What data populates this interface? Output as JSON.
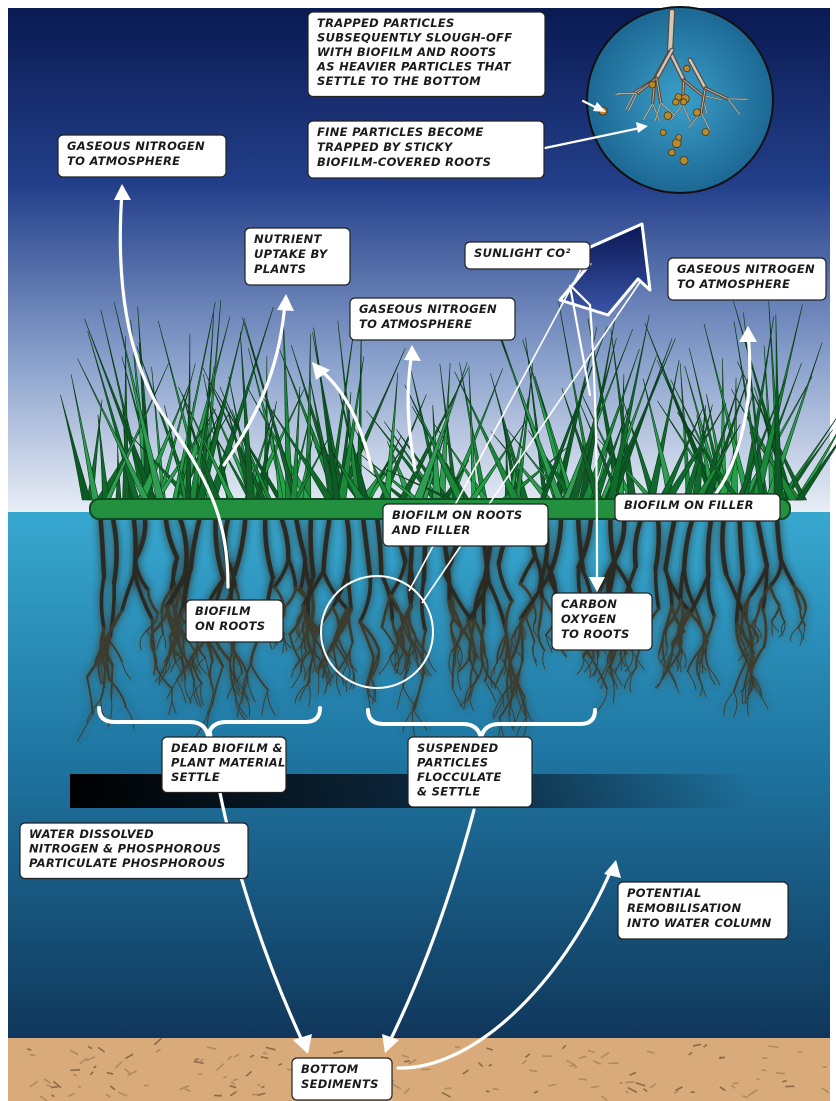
{
  "labels": {
    "trapped_particles": [
      "TRAPPED PARTICLES",
      "SUBSEQUENTLY SLOUGH-OFF",
      "WITH BIOFILM AND ROOTS",
      "AS HEAVIER PARTICLES THAT",
      "SETTLE TO THE BOTTOM"
    ],
    "fine_particles": [
      "FINE PARTICLES BECOME",
      "TRAPPED BY STICKY",
      "BIOFILM-COVERED ROOTS"
    ],
    "gaseous_nitrogen_left": [
      "GASEOUS NITROGEN",
      "TO ATMOSPHERE"
    ],
    "nutrient_uptake": [
      "NUTRIENT",
      "UPTAKE BY",
      "PLANTS"
    ],
    "sunlight": [
      "SUNLIGHT CO²"
    ],
    "gaseous_nitrogen_right": [
      "GASEOUS NITROGEN",
      "TO ATMOSPHERE"
    ],
    "gaseous_nitrogen_middle": [
      "GASEOUS NITROGEN",
      "TO ATMOSPHERE"
    ],
    "biofilm_on_filler": [
      "BIOFILM ON FILLER"
    ],
    "biofilm_roots_filler": [
      "BIOFILM ON ROOTS",
      "AND FILLER"
    ],
    "biofilm_on_roots": [
      "BIOFILM",
      "ON ROOTS"
    ],
    "carbon_oxygen": [
      "CARBON",
      "OXYGEN",
      "TO ROOTS"
    ],
    "dead_biofilm": [
      "DEAD BIOFILM &",
      "PLANT MATERIAL",
      "SETTLE"
    ],
    "suspended_particles": [
      "SUSPENDED",
      "PARTICLES",
      "FLOCCULATE",
      "& SETTLE"
    ],
    "water_dissolved": [
      "WATER DISSOLVED",
      "NITROGEN & PHOSPHOROUS",
      "PARTICULATE PHOSPHOROUS"
    ],
    "potential_remobilisation": [
      "POTENTIAL",
      "REMOBILISATION",
      "INTO WATER COLUMN"
    ],
    "bottom_sediments": [
      "BOTTOM",
      "SEDIMENTS"
    ]
  },
  "colors": {
    "sky_top": "#0d1f5c",
    "sky_bottom": "#dfe6f2",
    "water_top": "#2b9bc4",
    "water_bottom": "#123a5e",
    "sediment": "#d6a878",
    "plant_green": "#1f8a3c",
    "mat_green": "#239046",
    "root_dark": "#2b2b24",
    "arrow_white": "#ffffff"
  }
}
